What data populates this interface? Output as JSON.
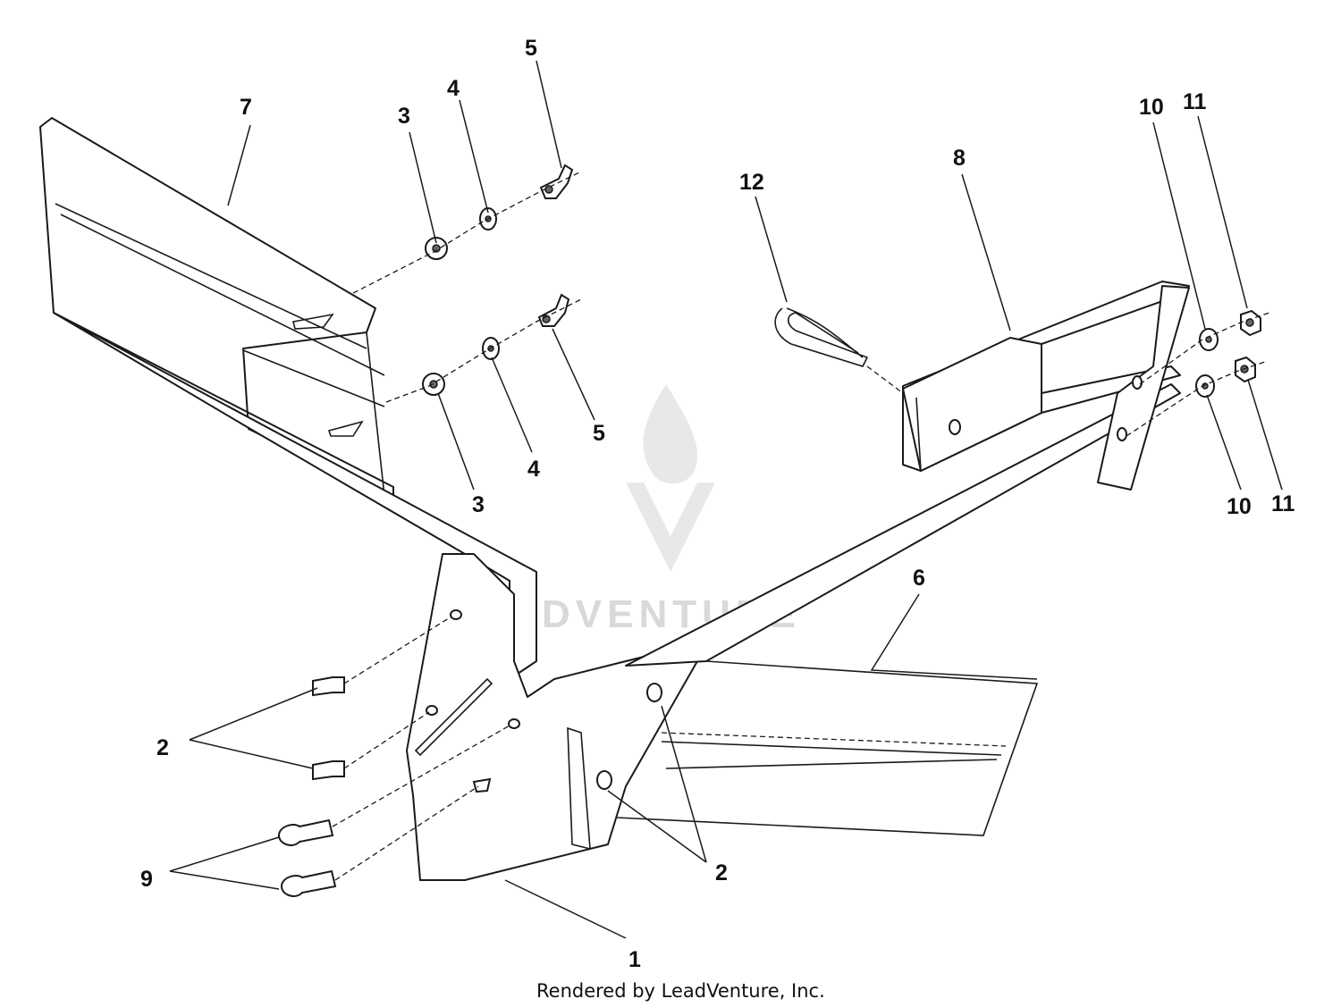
{
  "diagram": {
    "callouts": {
      "c1": "1",
      "c2a": "2",
      "c2b": "2",
      "c3a": "3",
      "c3b": "3",
      "c4a": "4",
      "c4b": "4",
      "c5a": "5",
      "c5b": "5",
      "c6": "6",
      "c7": "7",
      "c8": "8",
      "c9": "9",
      "c10a": "10",
      "c10b": "10",
      "c11a": "11",
      "c11b": "11",
      "c12": "12"
    },
    "watermark": "LEADVENTURE",
    "footer": "Rendered by LeadVenture, Inc."
  },
  "colors": {
    "line": "#1a1a1a",
    "watermark": "#d9d9d9",
    "background": "#ffffff"
  }
}
